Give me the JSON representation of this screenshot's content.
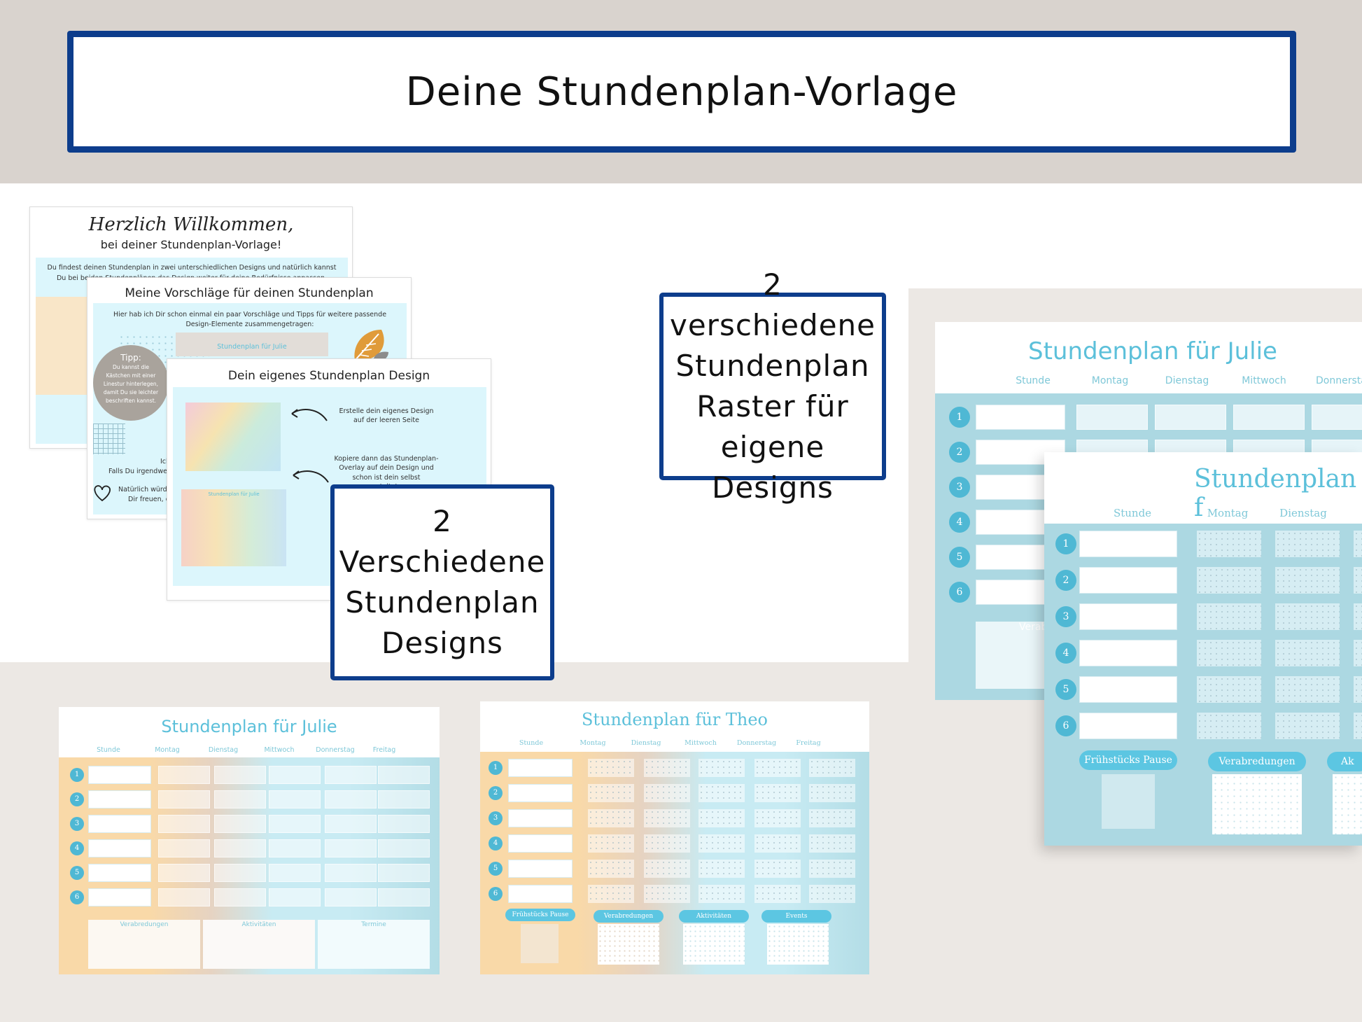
{
  "header": {
    "title": "Deine Stundenplan-Vorlage"
  },
  "callouts": {
    "designs": "2 Verschiedene\nStundenplan\nDesigns",
    "raster": "2 verschiedene\nStundenplan\nRaster für\neigene Designs"
  },
  "welcome_page": {
    "script_title": "Herzlich Willkommen,",
    "subtitle": "bei deiner Stundenplan-Vorlage!",
    "intro_line1": "Du findest deinen Stundenplan in zwei unterschiedlichen Designs und natürlich kannst",
    "intro_line2": "Du bei beiden Stundenplänen das Design weiter für deine Bedürfnisse anpassen."
  },
  "suggestions_page": {
    "title": "Meine Vorschläge für deinen Stundenplan",
    "text_line1": "Hier hab ich Dir schon einmal ein paar Vorschläge und Tipps für weitere passende",
    "text_line2": "Design-Elemente zusammengetragen:",
    "tip_title": "Tipp:",
    "tip_text": "Du kannst die Kästchen mit einer Linestur hinterlegen, damit Du sie leichter beschriften kannst.",
    "mini_title": "Stundenplan für Julie",
    "frag_1": "Ich",
    "frag_2": "Falls Du irgendwelch",
    "frag_3": "Natürlich würde i",
    "frag_4": "Dir freuen, de"
  },
  "design_page": {
    "title": "Dein eigenes Stundenplan Design",
    "note_1": "Erstelle dein eigenes Design auf der leeren Seite",
    "note_2": "Kopiere dann das Stundenplan-Overlay auf dein Design und schon ist dein selbst gestalteter",
    "mini_title": "Stundenplan für Julie"
  },
  "raster_back": {
    "title": "Stundenplan für Julie",
    "headers": [
      "Stunde",
      "Montag",
      "Dienstag",
      "Mittwoch",
      "Donnersta"
    ],
    "numbers": [
      "1",
      "2",
      "3",
      "4",
      "5",
      "6"
    ],
    "footer": "Verab"
  },
  "raster_front": {
    "title": "Stundenplan f",
    "headers": [
      "Stunde",
      "Montag",
      "Dienstag"
    ],
    "numbers": [
      "1",
      "2",
      "3",
      "4",
      "5",
      "6"
    ],
    "pills": [
      "Frühstücks Pause",
      "Verabredungen",
      "Ak"
    ]
  },
  "julie_plan": {
    "title": "Stundenplan für Julie",
    "headers": [
      "Stunde",
      "Montag",
      "Dienstag",
      "Mittwoch",
      "Donnerstag",
      "Freitag"
    ],
    "numbers": [
      "1",
      "2",
      "3",
      "4",
      "5",
      "6"
    ],
    "footer": [
      "Verabredungen",
      "Aktivitäten",
      "Termine"
    ]
  },
  "theo_plan": {
    "title": "Stundenplan für Theo",
    "headers": [
      "Stunde",
      "Montag",
      "Dienstag",
      "Mittwoch",
      "Donnerstag",
      "Freitag"
    ],
    "numbers": [
      "1",
      "2",
      "3",
      "4",
      "5",
      "6"
    ],
    "pills": [
      "Frühstücks Pause",
      "Verabredungen",
      "Aktivitäten",
      "Events"
    ]
  },
  "colors": {
    "navy": "#0d3d8c",
    "teal": "#5cc0da",
    "light_blue": "#dcf6fc",
    "peach": "#f9d9a8",
    "sand": "#e6d3c2",
    "sky": "#b3e3ef"
  }
}
